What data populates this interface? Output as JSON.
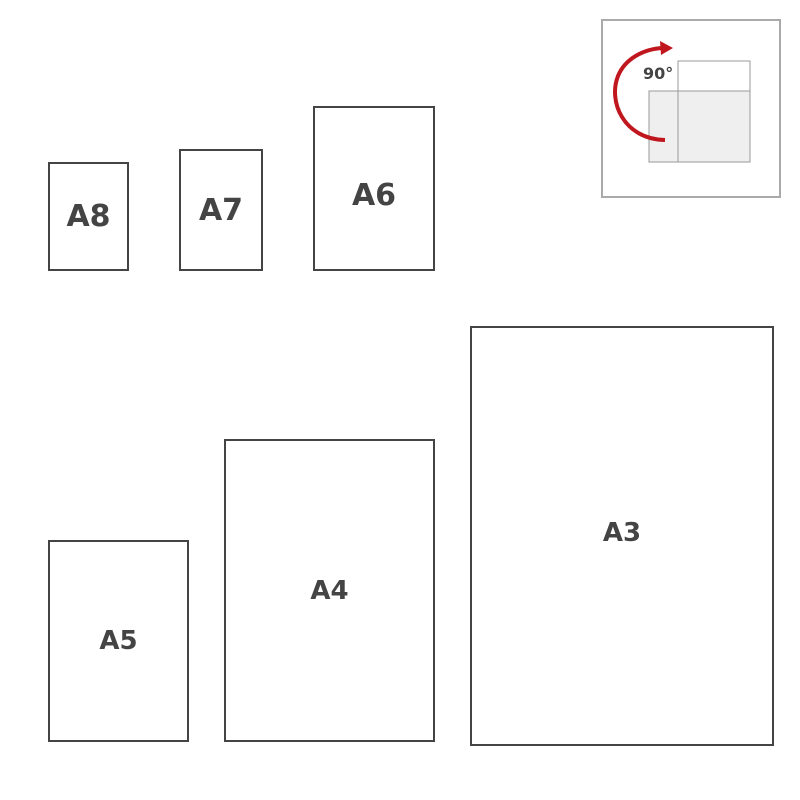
{
  "sheets": [
    {
      "label": "A8"
    },
    {
      "label": "A7"
    },
    {
      "label": "A6"
    },
    {
      "label": "A5"
    },
    {
      "label": "A4"
    },
    {
      "label": "A3"
    }
  ],
  "rotate_icon": {
    "label": "90°",
    "arrow_color": "#c0171f",
    "fill_color": "#efefef"
  }
}
